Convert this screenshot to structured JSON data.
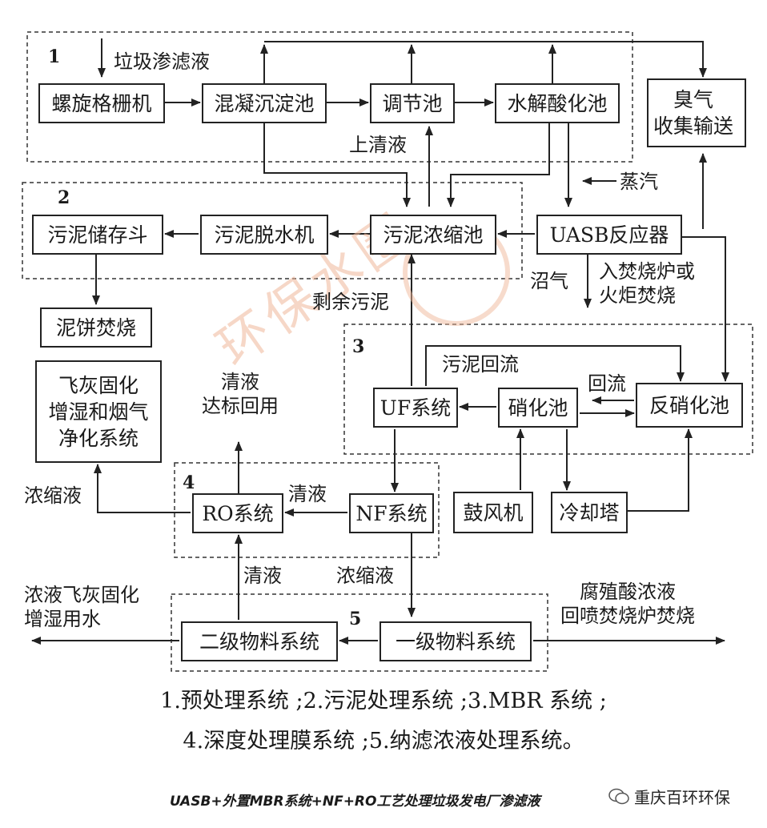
{
  "boxes": {
    "spiral_screen": "螺旋格栅机",
    "coag_tank": "混凝沉淀池",
    "equal_tank": "调节池",
    "hydrolysis_tank": "水解酸化池",
    "odor": "臭气\n收集输送",
    "sludge_hopper": "污泥储存斗",
    "dewater": "污泥脱水机",
    "thickener": "污泥浓缩池",
    "uasb": "UASB反应器",
    "cake": "泥饼焚烧",
    "flyash": "飞灰固化\n增湿和烟气\n净化系统",
    "uf": "UF系统",
    "nitri": "硝化池",
    "denitri": "反硝化池",
    "blower": "鼓风机",
    "cooling": "冷却塔",
    "ro": "RO系统",
    "nf": "NF系统",
    "secondary": "二级物料系统",
    "primary": "一级物料系统"
  },
  "labels": {
    "leachate": "垃圾渗滤液",
    "supernatant": "上清液",
    "steam": "蒸汽",
    "biogas": "沼气",
    "incinerate": "入焚烧炉或\n火炬焚烧",
    "excess_sludge": "剩余污泥",
    "sludge_return": "污泥回流",
    "return": "回流",
    "clear_reuse": "清液\n达标回用",
    "concentrate_left": "浓缩液",
    "clear_ro": "清液",
    "clear_bottom": "清液",
    "concentrate_nf": "浓缩液",
    "conc_flyash": "浓液飞灰固化\n增湿用水",
    "humic": "腐殖酸浓液\n回喷焚烧炉焚烧"
  },
  "section_numbers": [
    "1",
    "2",
    "3",
    "4",
    "5"
  ],
  "legend": {
    "line1": "1.预处理系统 ;2.污泥处理系统 ;3.MBR 系统 ;",
    "line2": "4.深度处理膜系统 ;5.纳滤浓液处理系统。"
  },
  "watermark": "环保水圈",
  "caption": "UASB+外置MBR系统+NF+RO工艺处理垃圾发电厂渗滤液",
  "brand": "重庆百环环保"
}
